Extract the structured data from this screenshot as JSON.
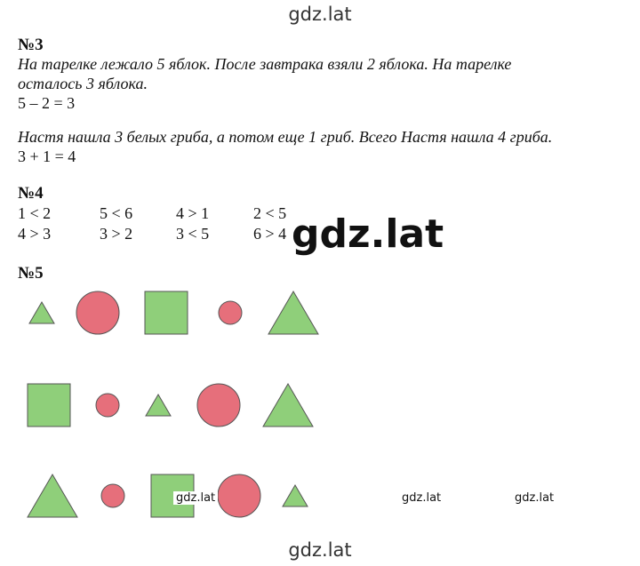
{
  "watermarks": {
    "top": "gdz.lat",
    "center": "gdz.lat",
    "small_1": "gdz.lat",
    "small_2": "gdz.lat",
    "small_3": "gdz.lat",
    "bottom": "gdz.lat"
  },
  "task3": {
    "heading": "№3",
    "problem1_line1": "На тарелке лежало 5 яблок. После завтрака  взяли 2 яблока. На тарелке",
    "problem1_line2": "осталось 3 яблока.",
    "problem1_eq": "5 – 2 = 3",
    "problem2_line1": "Настя нашла 3 белых гриба, а потом еще 1 гриб. Всего Настя нашла 4 гриба.",
    "problem2_eq": "3 + 1 = 4"
  },
  "task4": {
    "heading": "№4",
    "rows": [
      [
        "1 < 2",
        "5 < 6",
        "4 > 1",
        "2 < 5"
      ],
      [
        "4 > 3",
        "3 > 2",
        "3 < 5",
        "6 > 4"
      ]
    ]
  },
  "task5": {
    "heading": "№5",
    "colors": {
      "green": "#8fcf7a",
      "red": "#e66f7b",
      "stroke": "#555555"
    },
    "rows": [
      [
        "small-triangle",
        "big-circle",
        "big-square",
        "small-circle",
        "big-triangle"
      ],
      [
        "big-square",
        "small-circle",
        "small-triangle",
        "big-circle",
        "big-triangle"
      ],
      [
        "big-triangle",
        "small-circle",
        "big-square",
        "big-circle",
        "small-triangle"
      ]
    ]
  }
}
